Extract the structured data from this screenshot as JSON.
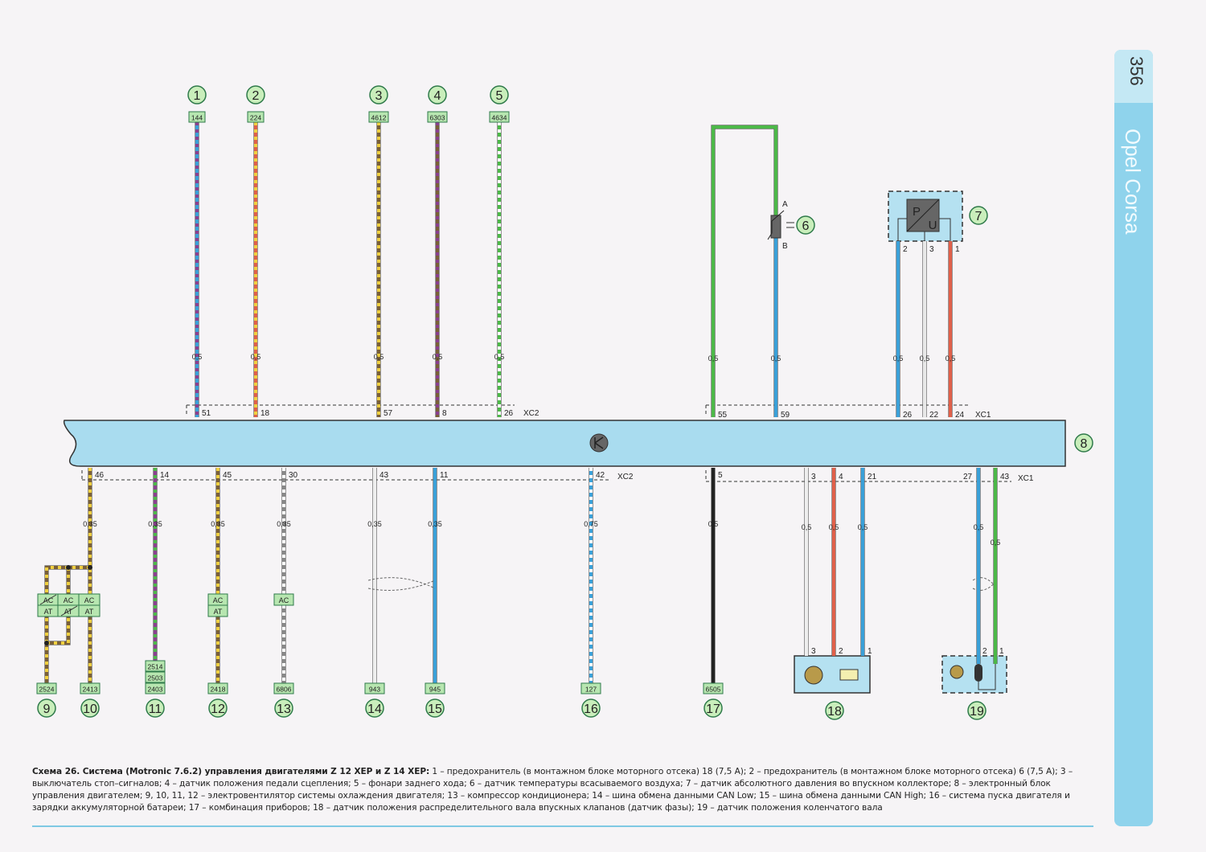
{
  "page": {
    "number": "356",
    "brand": "Opel Corsa"
  },
  "caption": {
    "title": "Схема 26. Система (Motronic 7.6.2) управления двигателями Z 12 XEP и Z 14 XEP:",
    "text": " 1 – предохранитель (в монтажном блоке моторного отсека) 18 (7,5 А); 2 – предохранитель (в монтажном блоке моторного отсека) 6 (7,5 А); 3 – выключатель стоп–сигналов; 4 – датчик положения педали сцепления; 5 – фонари заднего хода; 6 – датчик температуры всасываемого воздуха; 7 – датчик абсолютного давления во впускном коллекторе; 8 – электронный блок управления двигателем; 9, 10, 11, 12 – электровентилятор системы охлаждения двигателя; 13 – компрессор кондиционера; 14 – шина обмена данными CAN Low; 15 – шина обмена данными CAN High; 16 – система пуска двигателя и зарядки аккумуляторной батареи; 17 – комбинация приборов; 18 – датчик положения распределительного вала впускных клапанов (датчик фазы); 19 – датчик положения коленчатого вала"
  },
  "colors": {
    "ecu": "#a9dcef",
    "tag": "#b7e6b0",
    "tag_border": "#2f7a4a",
    "circle": "#c9eebb"
  },
  "ecu": {
    "number": "8",
    "connectors_top": [
      "XC2",
      "XC1"
    ],
    "connectors_bottom": [
      "XC2",
      "XC1"
    ]
  },
  "top_wires": [
    {
      "component": "1",
      "code": "144",
      "gauge": "0,5",
      "pin": "51",
      "c1": "#3aa0d8",
      "c2": "#8a3f8f"
    },
    {
      "component": "2",
      "code": "224",
      "gauge": "0,5",
      "pin": "18",
      "c1": "#e0604a",
      "c2": "#f0d040"
    },
    {
      "component": "3",
      "code": "4612",
      "gauge": "0,5",
      "pin": "57",
      "c1": "#7a6038",
      "c2": "#f0d040"
    },
    {
      "component": "4",
      "code": "6303",
      "gauge": "0,5",
      "pin": "8",
      "c1": "#7a6038",
      "c2": "#8a3f8f"
    },
    {
      "component": "5",
      "code": "4634",
      "gauge": "0,5",
      "pin": "26",
      "c1": "#4cb848",
      "c2": "#ffffff"
    }
  ],
  "sensor6": {
    "component": "6",
    "pin_a": "A",
    "pin_b": "B",
    "wires": [
      {
        "gauge": "0,5",
        "pin": "55",
        "c1": "#4cb848"
      },
      {
        "gauge": "0,5",
        "pin": "59",
        "c1": "#3aa0d8"
      }
    ]
  },
  "sensor7": {
    "component": "7",
    "symbol_p": "P",
    "symbol_u": "U",
    "wires": [
      {
        "sensor_pin": "2",
        "gauge": "0,5",
        "pin": "26",
        "c1": "#3aa0d8"
      },
      {
        "sensor_pin": "3",
        "gauge": "0,5",
        "pin": "22",
        "c1": "#e8e8e8"
      },
      {
        "sensor_pin": "1",
        "gauge": "0,5",
        "pin": "24",
        "c1": "#e0604a"
      }
    ]
  },
  "bottom_wires": [
    {
      "component": "10",
      "codes": [
        "2413"
      ],
      "gauge": "0,35",
      "pin": "46",
      "c1": "#7a6038",
      "c2": "#f0d040"
    },
    {
      "component": "11",
      "codes": [
        "2514",
        "2503",
        "2403"
      ],
      "gauge": "0,35",
      "pin": "14",
      "c1": "#8a3f8f",
      "c2": "#4cb848"
    },
    {
      "component": "12",
      "codes": [
        "2418"
      ],
      "gauge": "0,35",
      "pin": "45",
      "c1": "#7a6038",
      "c2": "#f0d040",
      "badges": [
        "AC",
        "AT"
      ]
    },
    {
      "component": "13",
      "codes": [
        "6806"
      ],
      "gauge": "0,35",
      "pin": "30",
      "c1": "#888888",
      "c2": "#ffffff",
      "badges": [
        "AC"
      ]
    },
    {
      "component": "14",
      "codes": [
        "943"
      ],
      "gauge": "0,35",
      "pin": "43",
      "c1": "#eeeeee"
    },
    {
      "component": "15",
      "codes": [
        "945"
      ],
      "gauge": "0,35",
      "pin": "11",
      "c1": "#3aa0d8"
    },
    {
      "component": "16",
      "codes": [
        "127"
      ],
      "gauge": "0,75",
      "pin": "42",
      "c1": "#3aa0d8",
      "c2": "#ffffff"
    },
    {
      "component": "17",
      "codes": [
        "6505"
      ],
      "gauge": "0,5",
      "pin": "5",
      "c1": "#222222"
    }
  ],
  "fan9": {
    "component": "9",
    "code": "2524",
    "badges": [
      "AC",
      "AT",
      "AC",
      "AT",
      "AC",
      "AT"
    ]
  },
  "sensor18": {
    "component": "18",
    "wires": [
      {
        "sensor_pin": "3",
        "gauge": "0,5",
        "pin": "3",
        "c1": "#eeeeee"
      },
      {
        "sensor_pin": "2",
        "gauge": "0,5",
        "pin": "4",
        "c1": "#e0604a"
      },
      {
        "sensor_pin": "1",
        "gauge": "0,5",
        "pin": "21",
        "c1": "#3aa0d8"
      }
    ]
  },
  "sensor19": {
    "component": "19",
    "wires": [
      {
        "sensor_pin": "2",
        "gauge": "0,5",
        "pin": "27",
        "c1": "#3aa0d8"
      },
      {
        "sensor_pin": "1",
        "gauge": "0,5",
        "pin": "43",
        "c1": "#4cb848"
      }
    ]
  }
}
